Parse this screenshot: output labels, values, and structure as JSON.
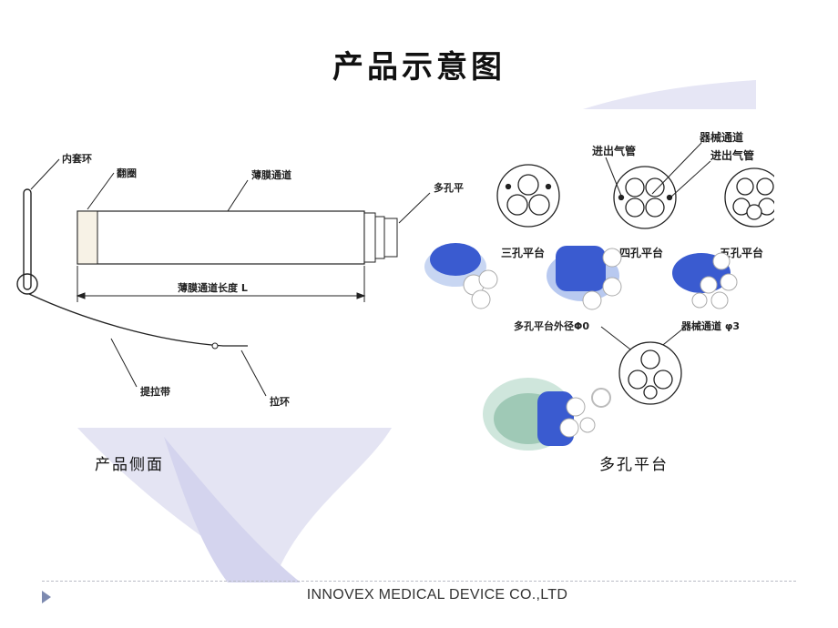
{
  "slide": {
    "title": "产品示意图",
    "captions": {
      "side_view": "产品侧面",
      "platform": "多孔平台"
    },
    "footer": "INNOVEX MEDICAL DEVICE CO.,LTD"
  },
  "side_diagram": {
    "labels": {
      "inner_ring": "内套环",
      "flip_ring": "翻圈",
      "film_channel": "薄膜通道",
      "multi_port": "多孔平台",
      "length": "薄膜通道长度 L",
      "pull_strap": "提拉带",
      "pull_ring": "拉环"
    }
  },
  "platform_diagram": {
    "labels": {
      "inlet_top_left": "进出气管",
      "instrument_channel": "器械通道",
      "inlet_top_right": "进出气管",
      "three_port": "三孔平台",
      "four_port": "四孔平台",
      "five_port": "五孔平台",
      "outer_diameter": "多孔平台外径Φ0",
      "instrument_diameter": "器械通道 φ3"
    }
  },
  "colors": {
    "accent_lavender": "#d9d9f0",
    "device_blue": "#3a5bd0",
    "line": "#222222"
  }
}
